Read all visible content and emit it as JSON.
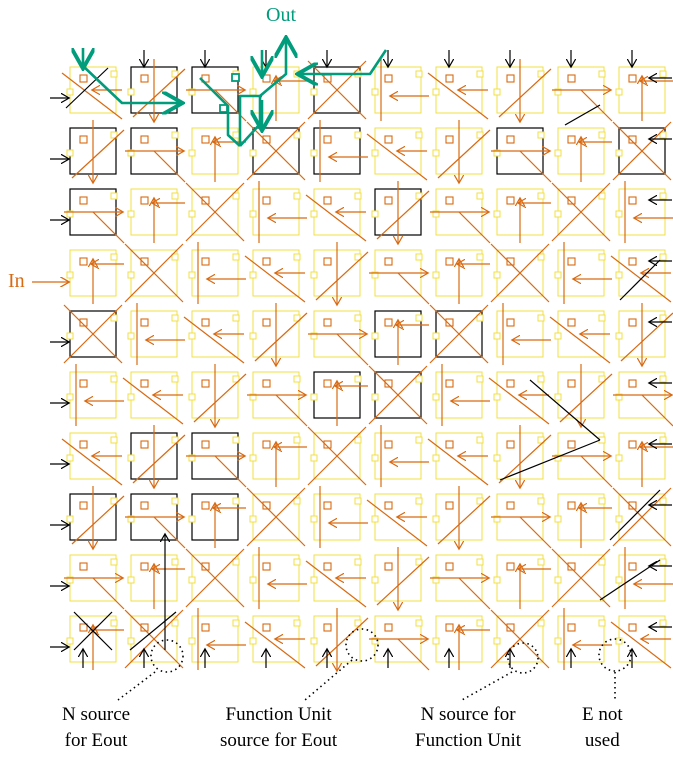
{
  "labels": {
    "out": "Out",
    "in": "In",
    "n_source_eout_1": "N source",
    "n_source_eout_2": "for Eout",
    "fu_source_eout_1": "Function Unit",
    "fu_source_eout_2": "source for Eout",
    "n_source_fu_1": "N source for",
    "n_source_fu_2": "Function Unit",
    "e_not_used_1": "E not",
    "e_not_used_2": "used"
  },
  "colors": {
    "yellow_cell": "#f0e040",
    "orange_route": "#d86a12",
    "green_route": "#009c7c",
    "black_route": "#000000"
  },
  "grid": {
    "rows": 10,
    "cols": 10
  }
}
